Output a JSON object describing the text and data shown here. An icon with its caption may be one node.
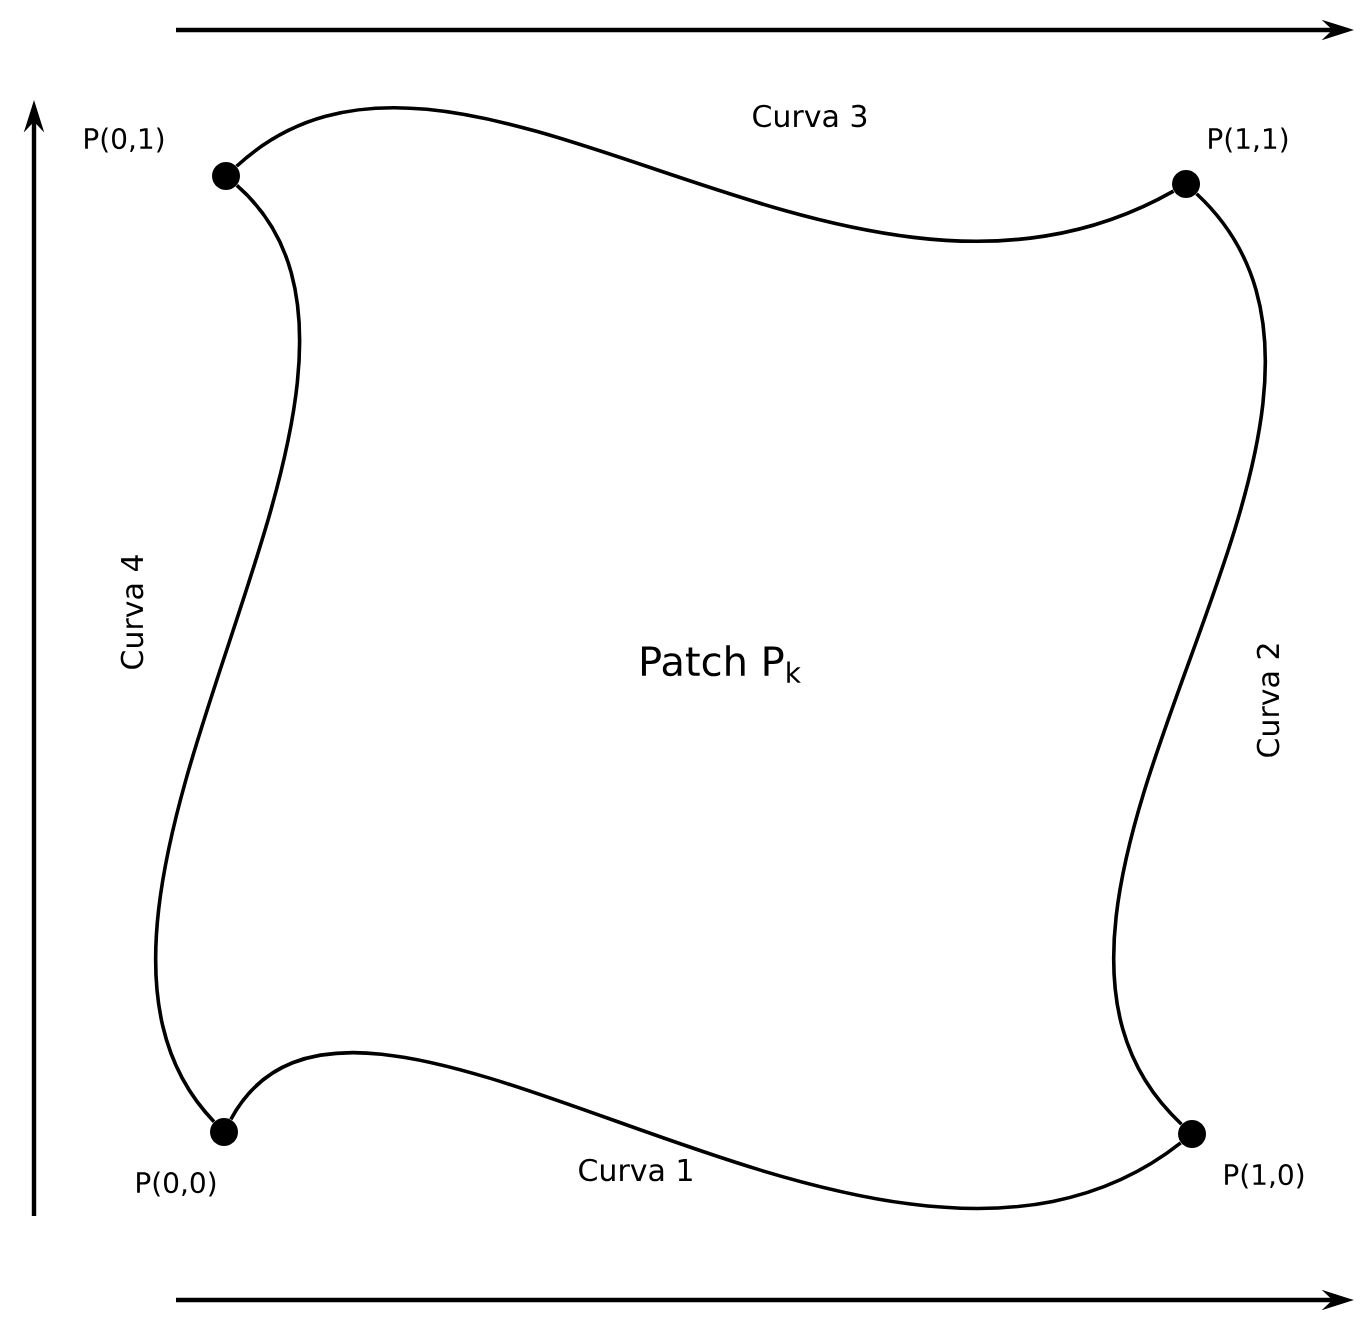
{
  "diagram": {
    "nodes": [
      {
        "text": [],
        "shape": "circle",
        "beside": [
          "P(0,1)"
        ]
      },
      {
        "text": [],
        "shape": "circle",
        "beside": [
          "P(1,1)"
        ]
      },
      {
        "text": [],
        "shape": "circle",
        "beside": [
          "P(0,0)"
        ]
      },
      {
        "text": [],
        "shape": "circle",
        "beside": [
          "P(1,0)"
        ]
      }
    ],
    "edges": [
      {
        "from": 2,
        "to": 3,
        "arrow": "none",
        "label": "Curva 1"
      },
      {
        "from": 3,
        "to": 1,
        "arrow": "none",
        "label": "Curva 2"
      },
      {
        "from": 0,
        "to": 1,
        "arrow": "none",
        "label": "Curva 3"
      },
      {
        "from": 2,
        "to": 0,
        "arrow": "none",
        "label": "Curva 4"
      }
    ],
    "labels": [
      "Patch P$_{k}$"
    ]
  }
}
